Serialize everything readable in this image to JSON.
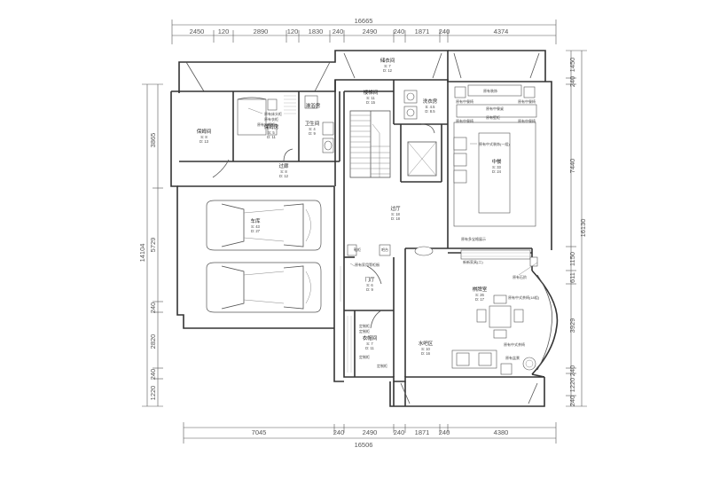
{
  "dimensions": {
    "top_total": "16665",
    "top_segments": [
      "2450",
      "120",
      "2890",
      "120",
      "1830",
      "240",
      "2490",
      "240",
      "1871",
      "240",
      "4374"
    ],
    "bottom_total": "16506",
    "bottom_segments": [
      "7045",
      "240",
      "2490",
      "240",
      "1871",
      "240",
      "4380"
    ],
    "left_total": "14104",
    "left_segments": [
      "3865",
      "5729",
      "240",
      "2820",
      "240",
      "1220"
    ],
    "right_total": "16130",
    "right_segments": [
      "1450",
      "240",
      "7440",
      "1150",
      "611",
      "3929",
      "240",
      "1220",
      "240"
    ]
  },
  "rooms": [
    {
      "name": "储衣间",
      "area": "S: 7",
      "perimeter": "D: 12"
    },
    {
      "name": "楼梯间",
      "area": "S: 11",
      "perimeter": "D: 15"
    },
    {
      "name": "洗衣房",
      "area": "S: 4.5",
      "perimeter": "D: 8.5"
    },
    {
      "name": "淋浴房",
      "area": "",
      "perimeter": ""
    },
    {
      "name": "保姆间",
      "area": "S: 8",
      "perimeter": "D: 13"
    },
    {
      "name": "保姆房",
      "area": "S: 5",
      "perimeter": "D: 11"
    },
    {
      "name": "卫生间",
      "area": "S: 4",
      "perimeter": "D: 9"
    },
    {
      "name": "过廊",
      "area": "S: 8",
      "perimeter": "D: 12"
    },
    {
      "name": "中餐",
      "area": "S: 33",
      "perimeter": "D: 24"
    },
    {
      "name": "车库",
      "area": "S: 43",
      "perimeter": "D: 27"
    },
    {
      "name": "过厅",
      "area": "S: 18",
      "perimeter": "D: 18"
    },
    {
      "name": "门厅",
      "area": "S: 6",
      "perimeter": "D: 9"
    },
    {
      "name": "棋牌室",
      "area": "S: 26",
      "perimeter": "D: 17"
    },
    {
      "name": "衣帽间",
      "area": "S: 7",
      "perimeter": "D: 11"
    },
    {
      "name": "水吧区",
      "area": "S: 10",
      "perimeter": "D: 16"
    }
  ],
  "annotations": {
    "a1": "原有床头柜",
    "a2": "原有衣柜",
    "a3": "原有电视柜",
    "a4": "原有装饰",
    "a5": "原有中餐椅",
    "a6": "原有中餐桌",
    "a7": "原有壁柜",
    "a8": "原有中式装饰(一组)",
    "a9": "原有多宝格展示",
    "a10": "新新家具(二)",
    "a11": "原有石阶",
    "a12": "原有中式茶椅(18组)",
    "a13": "原有中式茶椅",
    "a14": "原有盆景",
    "a15": "原有家用等柜橱",
    "a16": "鞋柜",
    "a17": "吧台",
    "a18": "定制柜"
  }
}
